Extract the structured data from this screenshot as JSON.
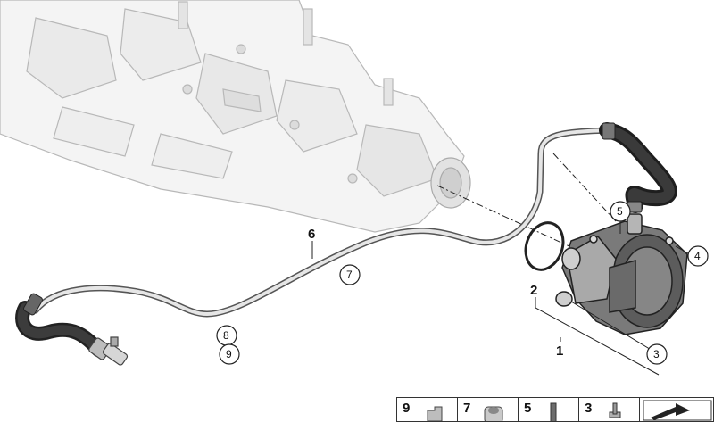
{
  "callouts": {
    "c1": "1",
    "c2": "2",
    "c3": "3",
    "c4": "4",
    "c5": "5",
    "c6": "6",
    "c7": "7",
    "c8": "8",
    "c9": "9"
  },
  "legend": {
    "items": [
      {
        "number": "9",
        "icon": "clip-icon"
      },
      {
        "number": "7",
        "icon": "grommet-icon"
      },
      {
        "number": "5",
        "icon": "stud-bolt-icon"
      },
      {
        "number": "3",
        "icon": "screw-icon"
      },
      {
        "number": "",
        "icon": "arrow-navigation-icon"
      }
    ]
  },
  "colors": {
    "line": "#333333",
    "manifold_fill": "#f4f4f4",
    "pump_fill": "#7a7a7a",
    "hose_fill": "#2a2a2a"
  }
}
